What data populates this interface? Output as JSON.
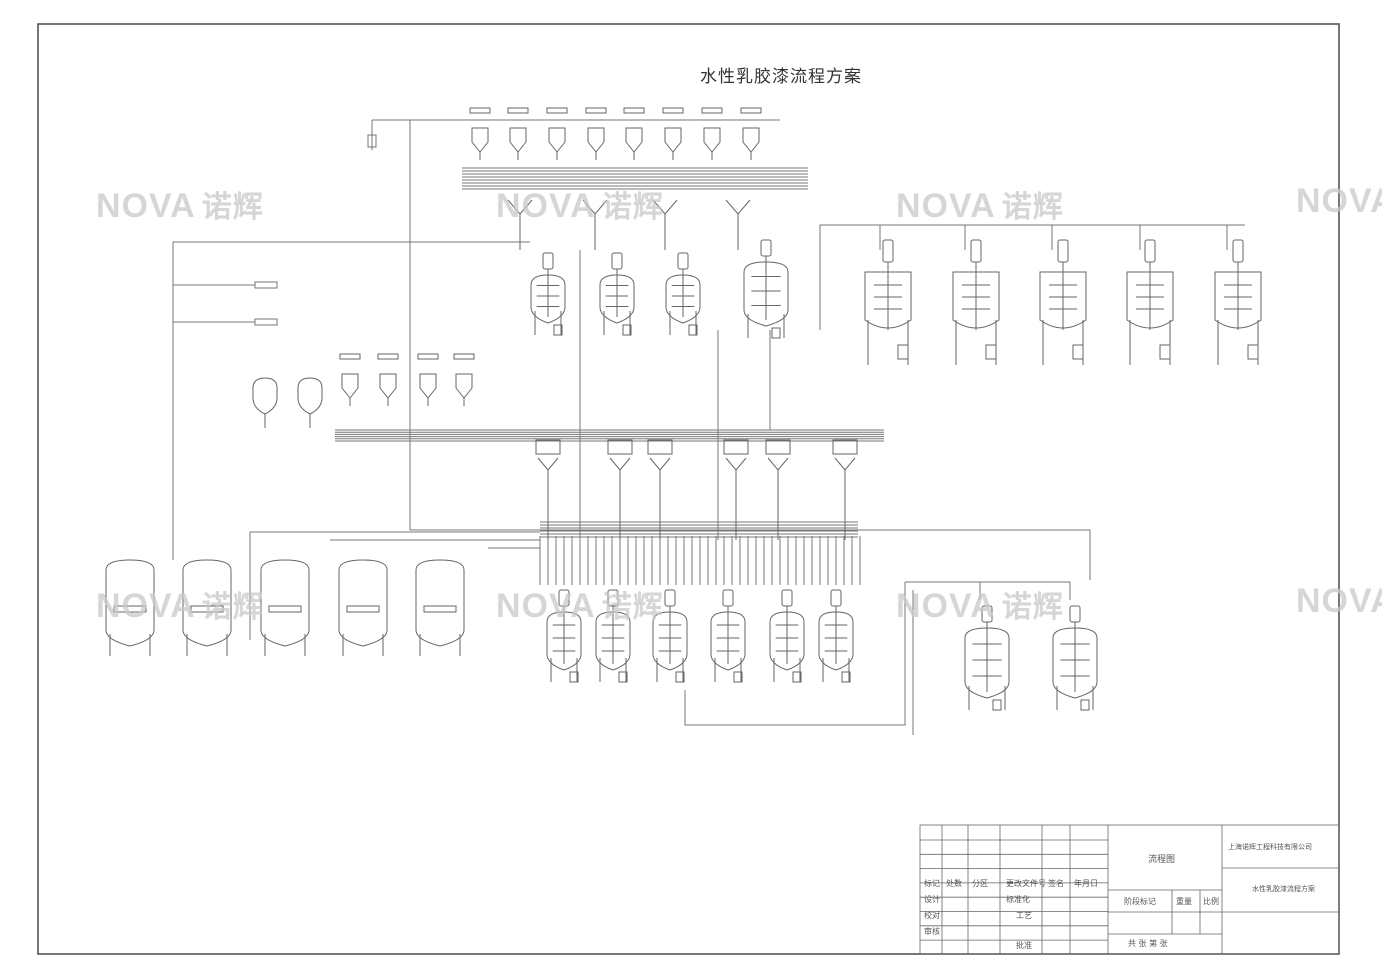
{
  "title": "水性乳胶漆流程方案",
  "watermark": {
    "brand": "NOVA",
    "cn": "诺辉",
    "color": "#c8c8c8"
  },
  "title_block": {
    "left_labels": [
      "标记",
      "处数",
      "分区",
      "更改文件号",
      "签名",
      "年月日"
    ],
    "row_labels": [
      "设计",
      "标准化",
      "校对",
      "审核",
      "工艺",
      "批准"
    ],
    "center_title": "流程图",
    "stage_label": "阶段标记",
    "weight_label": "重量",
    "scale_label": "比例",
    "sheet_label": "共 张 第 张",
    "company": "上海诺辉工程科技有限公司",
    "drawing_name": "水性乳胶漆流程方案"
  },
  "colors": {
    "line": "#707070",
    "equipment": "#6a6a6a",
    "border": "#555555"
  }
}
